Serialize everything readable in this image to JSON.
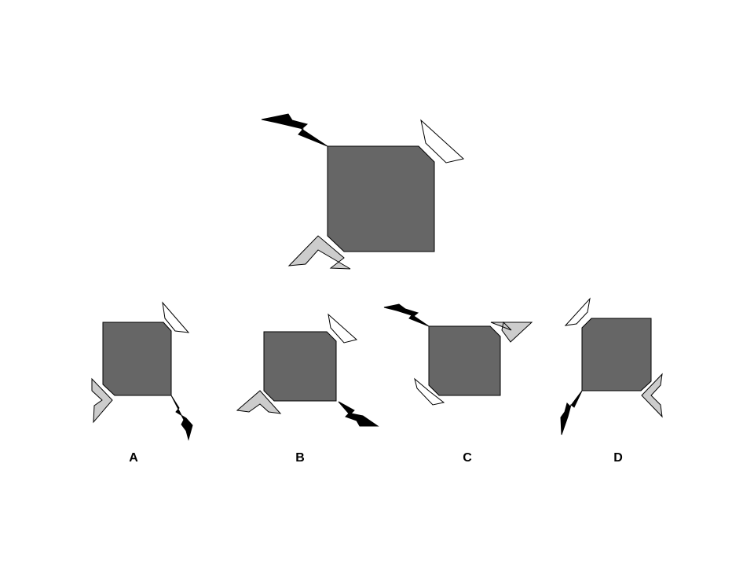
{
  "options": [
    {
      "label": "A"
    },
    {
      "label": "B"
    },
    {
      "label": "C"
    },
    {
      "label": "D"
    }
  ],
  "colors": {
    "square": "#666666",
    "bolt": "#000000",
    "wedge": "#ffffff",
    "chevron": "#cccccc",
    "outline": "#000000"
  }
}
